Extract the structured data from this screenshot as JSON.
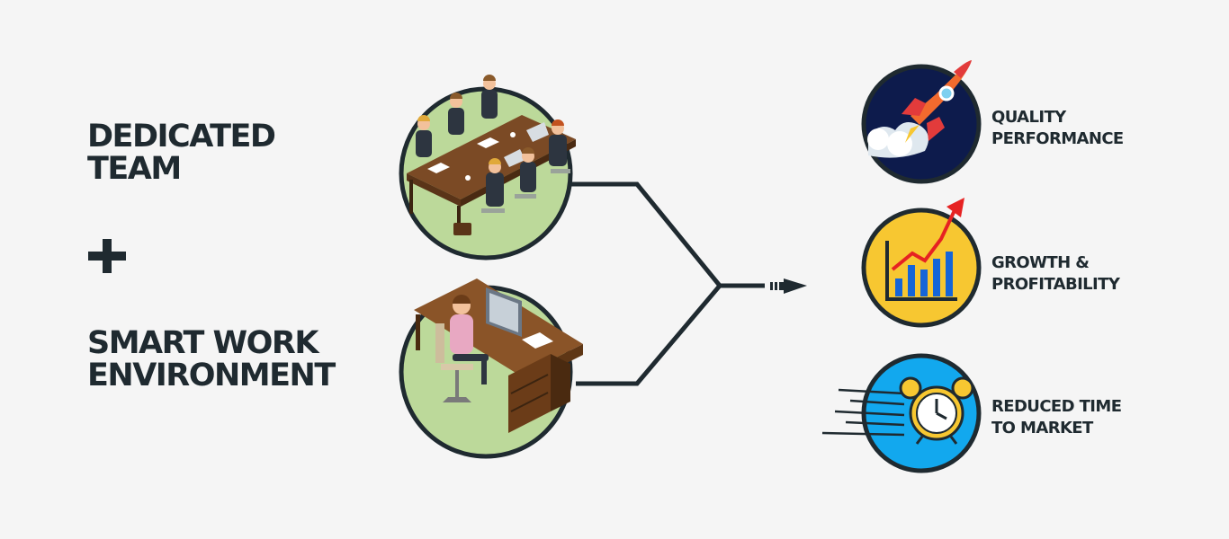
{
  "inputs": {
    "team": {
      "line1": "DEDICATED",
      "line2": "TEAM"
    },
    "operator": "+",
    "environment": {
      "line1": "SMART WORK",
      "line2": "ENVIRONMENT"
    }
  },
  "outcomes": [
    {
      "line1": "QUALITY",
      "line2": "PERFORMANCE",
      "icon": "rocket-icon",
      "color": "#0d1b4c"
    },
    {
      "line1": "GROWTH &",
      "line2": "PROFITABILITY",
      "icon": "growth-chart-icon",
      "color": "#f7c731"
    },
    {
      "line1": "REDUCED TIME",
      "line2": "TO MARKET",
      "icon": "alarm-clock-icon",
      "color": "#12a8ee"
    }
  ],
  "colors": {
    "background": "#f5f5f5",
    "text": "#1f2a30",
    "line": "#1f2a30",
    "scene_green": "#bcd99a"
  }
}
